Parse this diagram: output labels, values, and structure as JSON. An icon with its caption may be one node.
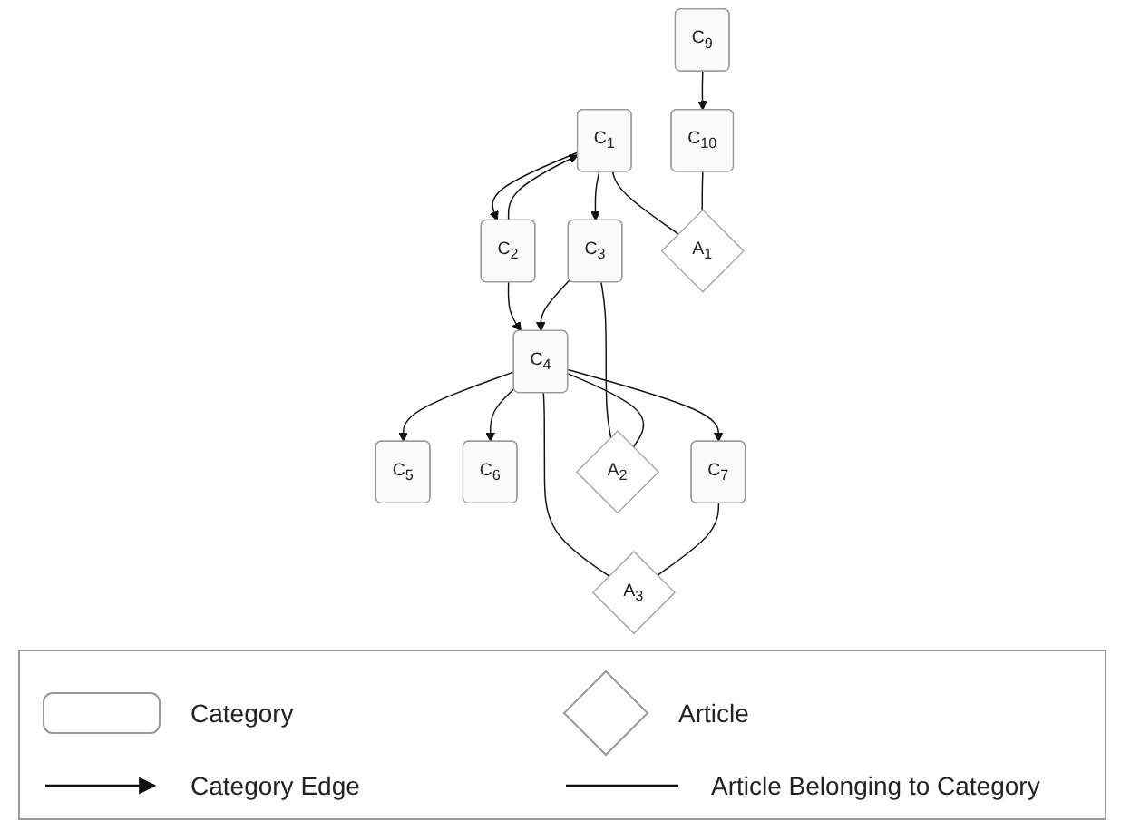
{
  "diagram": {
    "nodes": [
      {
        "text": [
          "C$_{1}$"
        ]
      },
      {
        "text": [
          "C$_{2}$"
        ]
      },
      {
        "text": [
          "C$_{3}$"
        ]
      },
      {
        "text": [
          "C$_{9}$"
        ]
      },
      {
        "text": [
          "C$_{10}$"
        ]
      },
      {
        "text": [
          "C$_{4}$"
        ]
      },
      {
        "text": [
          "C$_{5}$"
        ]
      },
      {
        "text": [
          "C$_{6}$"
        ]
      },
      {
        "text": [
          "C$_{7}$"
        ]
      },
      {
        "text": [
          "A$_{1}$"
        ]
      },
      {
        "text": [
          "A$_{2}$"
        ]
      },
      {
        "text": [
          "A$_{3}$"
        ]
      }
    ],
    "edges": [
      {
        "from": 1,
        "to": 0,
        "arrow": "to"
      },
      {
        "from": 0,
        "to": 1,
        "arrow": "to"
      },
      {
        "from": 0,
        "to": 2,
        "arrow": "to"
      },
      {
        "from": 1,
        "to": 5,
        "arrow": "to"
      },
      {
        "from": 2,
        "to": 5,
        "arrow": "to"
      },
      {
        "from": 5,
        "to": 6,
        "arrow": "to"
      },
      {
        "from": 5,
        "to": 7,
        "arrow": "to"
      },
      {
        "from": 5,
        "to": 8,
        "arrow": "to"
      },
      {
        "from": 3,
        "to": 4,
        "arrow": "to"
      },
      {
        "from": 0,
        "to": 9,
        "arrow": "none"
      },
      {
        "from": 4,
        "to": 9,
        "arrow": "none"
      },
      {
        "from": 2,
        "to": 10,
        "arrow": "none"
      },
      {
        "from": 5,
        "to": 10,
        "arrow": "none"
      },
      {
        "from": 5,
        "to": 11,
        "arrow": "none"
      },
      {
        "from": 8,
        "to": 11,
        "arrow": "none"
      }
    ],
    "legend": [
      {
        "text": "Category"
      },
      {
        "text": "Article"
      },
      {
        "text": "Category Edge"
      },
      {
        "text": "Article Belonging to Category"
      }
    ]
  }
}
